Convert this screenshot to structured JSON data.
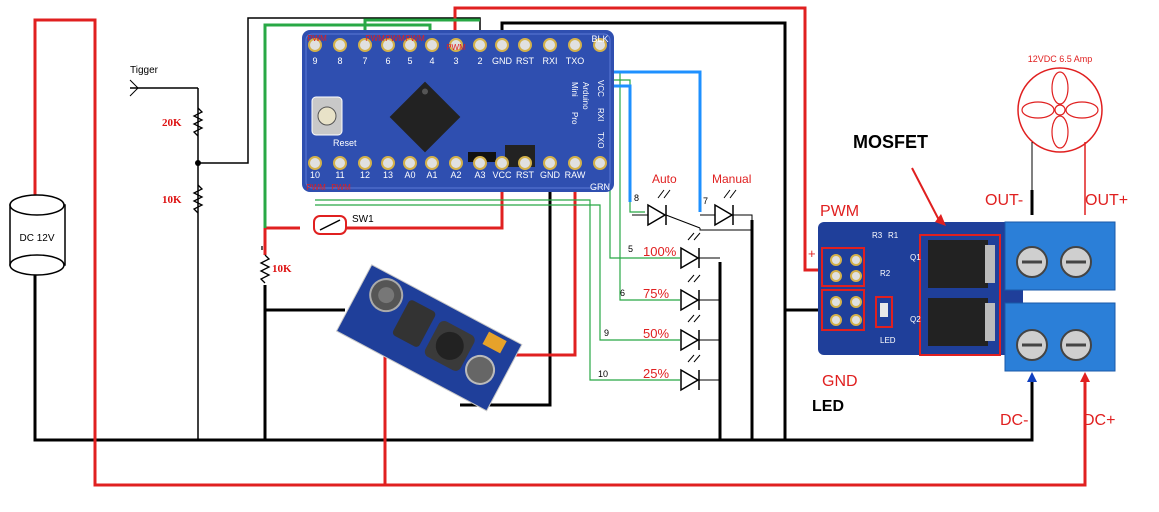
{
  "power": {
    "supply_label": "DC 12V"
  },
  "trigger": {
    "label": "Tigger"
  },
  "resistors": {
    "r_top": "20K",
    "r_bottom": "10K",
    "r_pot": "10K"
  },
  "switch": {
    "label": "SW1"
  },
  "arduino": {
    "top_pins": [
      "9",
      "8",
      "7",
      "6",
      "5",
      "4",
      "3",
      "2",
      "GND",
      "RST",
      "RXI",
      "TXO",
      "BLK"
    ],
    "pwm_tags": [
      "PWM",
      "PWM",
      "PWM",
      "PWM"
    ],
    "top_pwm_pin3": "PWM",
    "bottom_pins": [
      "10",
      "11",
      "12",
      "13",
      "A0",
      "A1",
      "A2",
      "A3",
      "VCC",
      "RST",
      "GND",
      "RAW",
      "GRN"
    ],
    "bottom_pwm_tags": [
      "PWM",
      "PWM"
    ],
    "side_text": [
      "VCC",
      "RXI",
      "TXO",
      "Arduino",
      "Pro",
      "Mini"
    ],
    "reset_label": "Reset"
  },
  "leds": {
    "auto": "Auto",
    "manual": "Manual",
    "auto_pin": "8",
    "manual_pin": "7",
    "levels": [
      {
        "pin": "5",
        "label": "100%"
      },
      {
        "pin": "6",
        "label": "75%"
      },
      {
        "pin": "9",
        "label": "50%"
      },
      {
        "pin": "10",
        "label": "25%"
      }
    ]
  },
  "mosfet": {
    "title": "MOSFET",
    "pwm": "PWM",
    "plus": "+",
    "gnd": "GND",
    "led": "LED",
    "led_small": "LED",
    "r3": "R3",
    "r1": "R1",
    "r2": "R2",
    "q1": "Q1",
    "q2": "Q2",
    "out_minus": "OUT-",
    "out_plus": "OUT+",
    "dc_minus": "DC-",
    "dc_plus": "DC+"
  },
  "fan": {
    "label": "12VDC 6.5 Amp"
  },
  "colors": {
    "wire_red": "#e02020",
    "wire_black": "#000000",
    "wire_green": "#28a845",
    "wire_blue": "#1e90ff",
    "board_blue": "#2f4fb0",
    "terminal_blue": "#2b7fd8"
  }
}
